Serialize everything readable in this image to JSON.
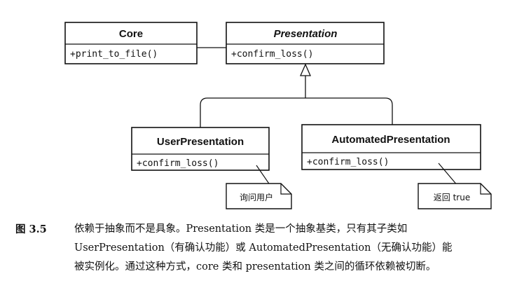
{
  "diagram": {
    "classes": {
      "core": {
        "name": "Core",
        "methods": [
          "+print_to_file()"
        ]
      },
      "presentation": {
        "name": "Presentation",
        "abstract": true,
        "methods": [
          "+confirm_loss()"
        ]
      },
      "user_presentation": {
        "name": "UserPresentation",
        "methods": [
          "+confirm_loss()"
        ]
      },
      "automated_presentation": {
        "name": "AutomatedPresentation",
        "methods": [
          "+confirm_loss()"
        ]
      }
    },
    "notes": {
      "user": "询问用户",
      "automated": "返回 true"
    }
  },
  "caption": {
    "figure_label": "图 3.5",
    "lines": [
      "依赖于抽象而不是具象。Presentation 类是一个抽象基类，只有其子类如",
      "UserPresentation（有确认功能）或 AutomatedPresentation（无确认功能）能",
      "被实例化。通过这种方式，core 类和 presentation 类之间的循环依赖被切断。"
    ]
  }
}
